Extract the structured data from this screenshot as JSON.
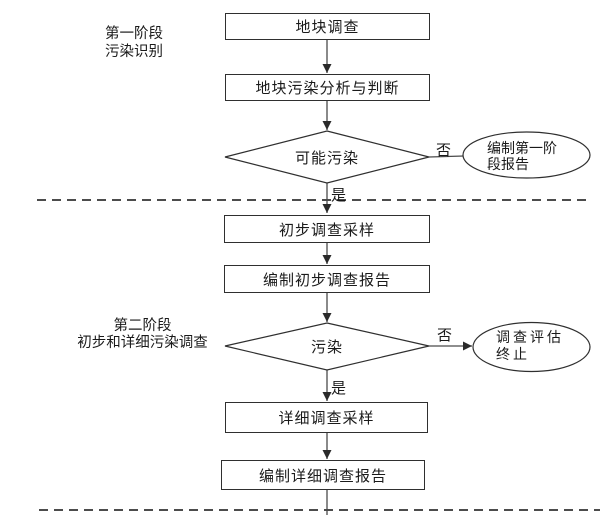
{
  "flowchart": {
    "phase1": {
      "label": "第一阶段\n污染识别"
    },
    "phase2": {
      "label": "第二阶段\n初步和详细污染调查"
    },
    "nodes": {
      "site_survey": "地块调查",
      "pollution_analysis": "地块污染分析与判断",
      "possible_pollution": "可能污染",
      "phase1_report": "编制第一阶段报告",
      "preliminary_sampling": "初步调查采样",
      "preliminary_report": "编制初步调查报告",
      "pollution_decision": "污染",
      "survey_terminate": "调查评估终止",
      "detailed_sampling": "详细调查采样",
      "detailed_report": "编制详细调查报告"
    },
    "branch_labels": {
      "yes": "是",
      "no": "否"
    },
    "colors": {
      "shape_stroke": "#2f2f2f",
      "connector": "#4a4a4a",
      "divider": "#111111",
      "background": "#ffffff",
      "text": "#1a1a1a"
    }
  }
}
